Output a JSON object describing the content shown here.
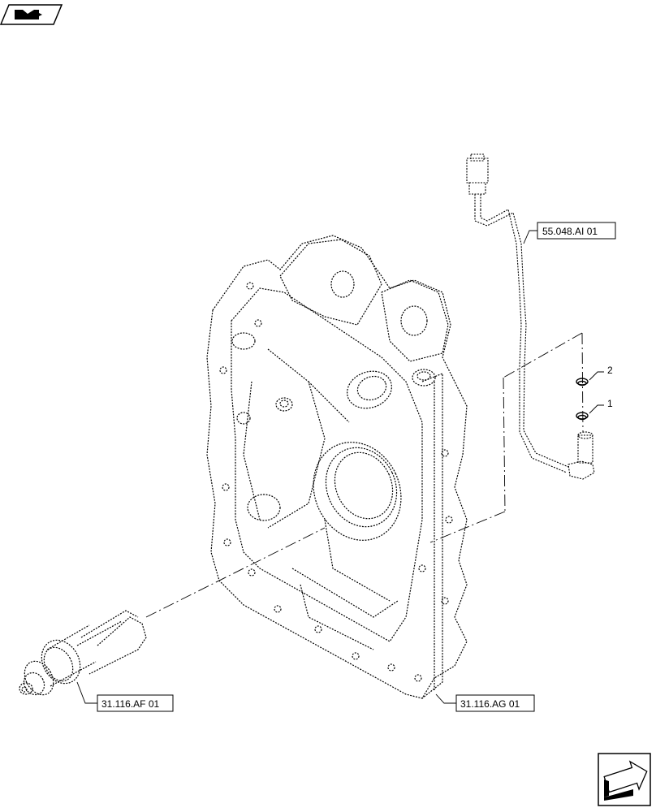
{
  "references": {
    "harness": "55.048.AI 01",
    "shaft": "31.116.AF 01",
    "housing": "31.116.AG 01"
  },
  "callouts": {
    "item_1": "1",
    "item_2": "2"
  },
  "icons": {
    "top_left": "book-arrow-icon",
    "bottom_right": "next-page-arrow-icon"
  }
}
